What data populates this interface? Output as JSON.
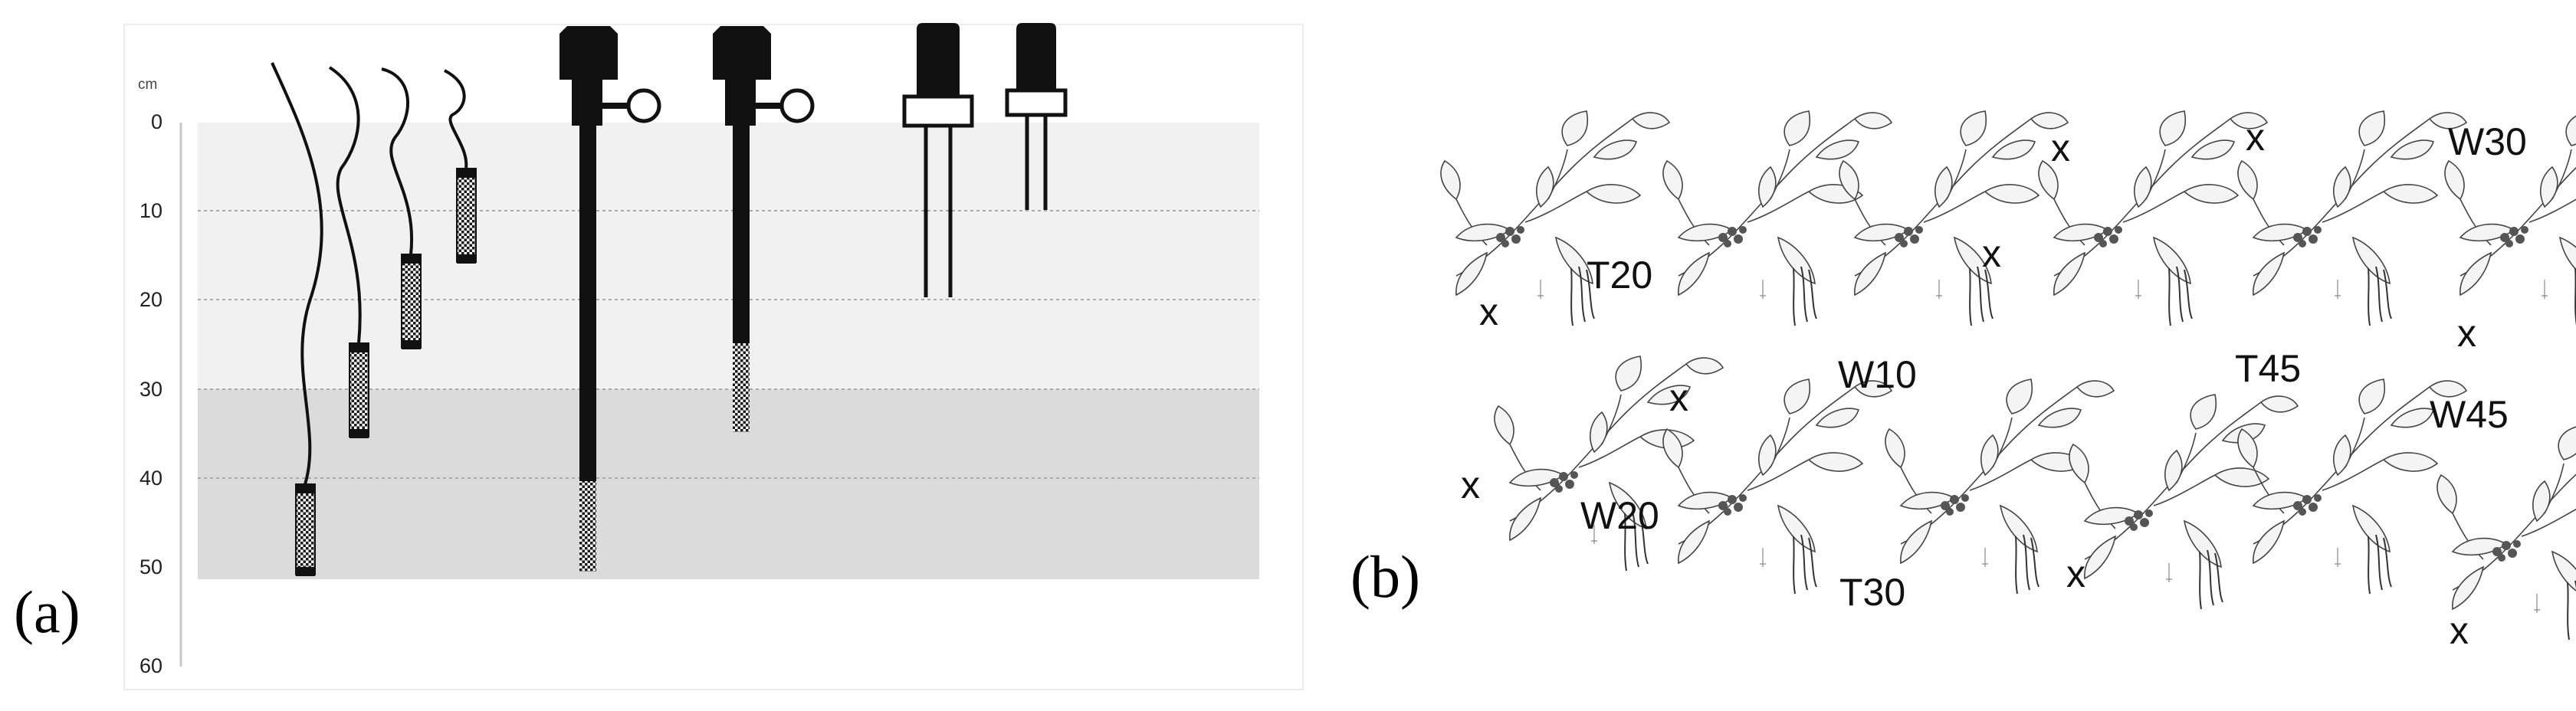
{
  "panel_a": {
    "label": "(a)",
    "unit": "cm",
    "depth_ticks": [
      "0",
      "10",
      "20",
      "30",
      "40",
      "50",
      "60"
    ]
  },
  "panel_b": {
    "label": "(b)",
    "plot_labels": [
      "T20",
      "W10",
      "T45",
      "W30",
      "W20",
      "T30",
      "W45"
    ],
    "empty_marker": "x"
  }
}
